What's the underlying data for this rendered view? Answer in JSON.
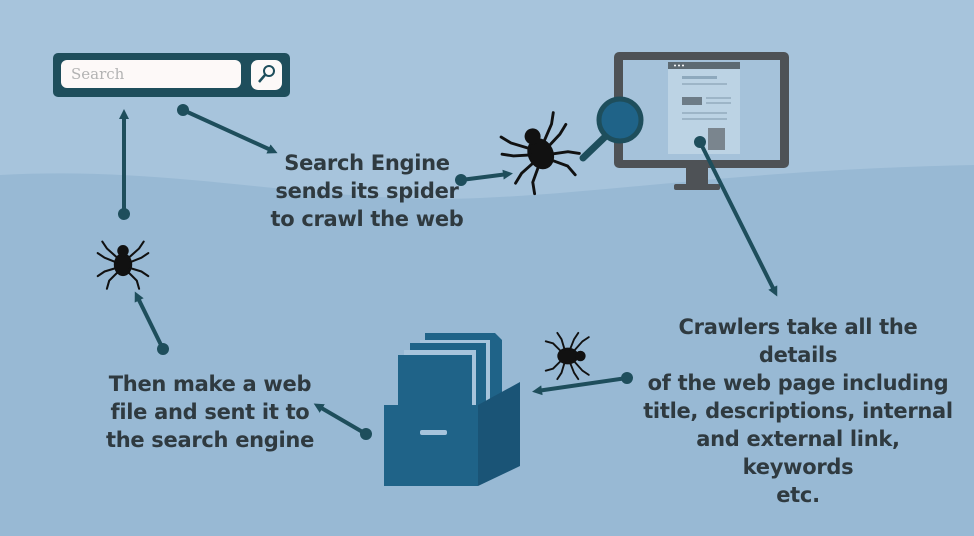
{
  "search": {
    "placeholder": "Search"
  },
  "steps": {
    "send_spider": "Search Engine\nsends its spider\nto crawl the web",
    "crawl_details": "Crawlers take all the details\nof the web page including\ntitle, descriptions, internal\nand external link, keywords\netc.",
    "make_file": "Then make a web\nfile and sent it to\nthe search engine"
  },
  "icons": {
    "search": "magnifier-icon",
    "spider": "spider-icon",
    "monitor": "monitor-icon",
    "cabinet": "file-cabinet-icon"
  },
  "colors": {
    "background": "#a7c4dc",
    "background_lower": "#98b9d4",
    "accent": "#1e4e5c",
    "folder": "#1f6388",
    "monitor_frame": "#4e5256",
    "text": "#2f3a40"
  }
}
